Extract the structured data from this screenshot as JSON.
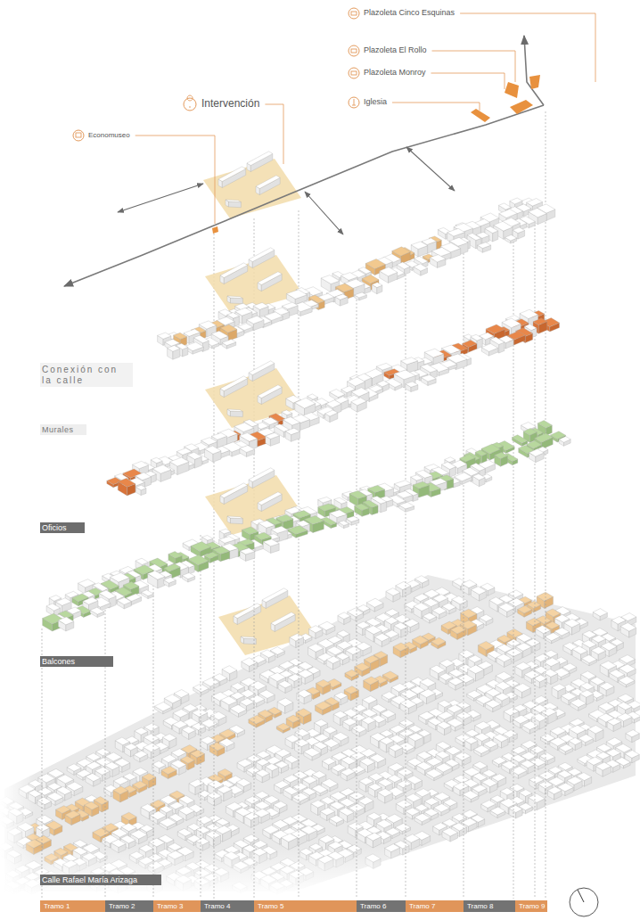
{
  "diagram": {
    "nodes": [
      {
        "text": [
          "Conexión con la calle"
        ]
      },
      {
        "text": [
          "Murales"
        ]
      },
      {
        "text": [
          "Oficios"
        ]
      },
      {
        "text": [
          "Balcones"
        ]
      },
      {
        "text": [
          "Calle Rafael María Arizaga"
        ]
      },
      {
        "text": [
          "Tramo 1"
        ]
      },
      {
        "text": [
          "Tramo 2"
        ]
      },
      {
        "text": [
          "Tramo 3"
        ]
      },
      {
        "text": [
          "Tramo 4"
        ]
      },
      {
        "text": [
          "Tramo 5"
        ]
      },
      {
        "text": [
          "Tramo 6"
        ]
      },
      {
        "text": [
          "Tramo 7"
        ]
      },
      {
        "text": [
          "Tramo 8"
        ]
      },
      {
        "text": [
          "Tramo 9"
        ]
      }
    ],
    "labels": [
      "Plazoleta Cinco Esquinas",
      "Plazoleta El Rollo",
      "Plazoleta Monroy",
      "Iglesia",
      "Intervención",
      "Economuseo"
    ]
  }
}
